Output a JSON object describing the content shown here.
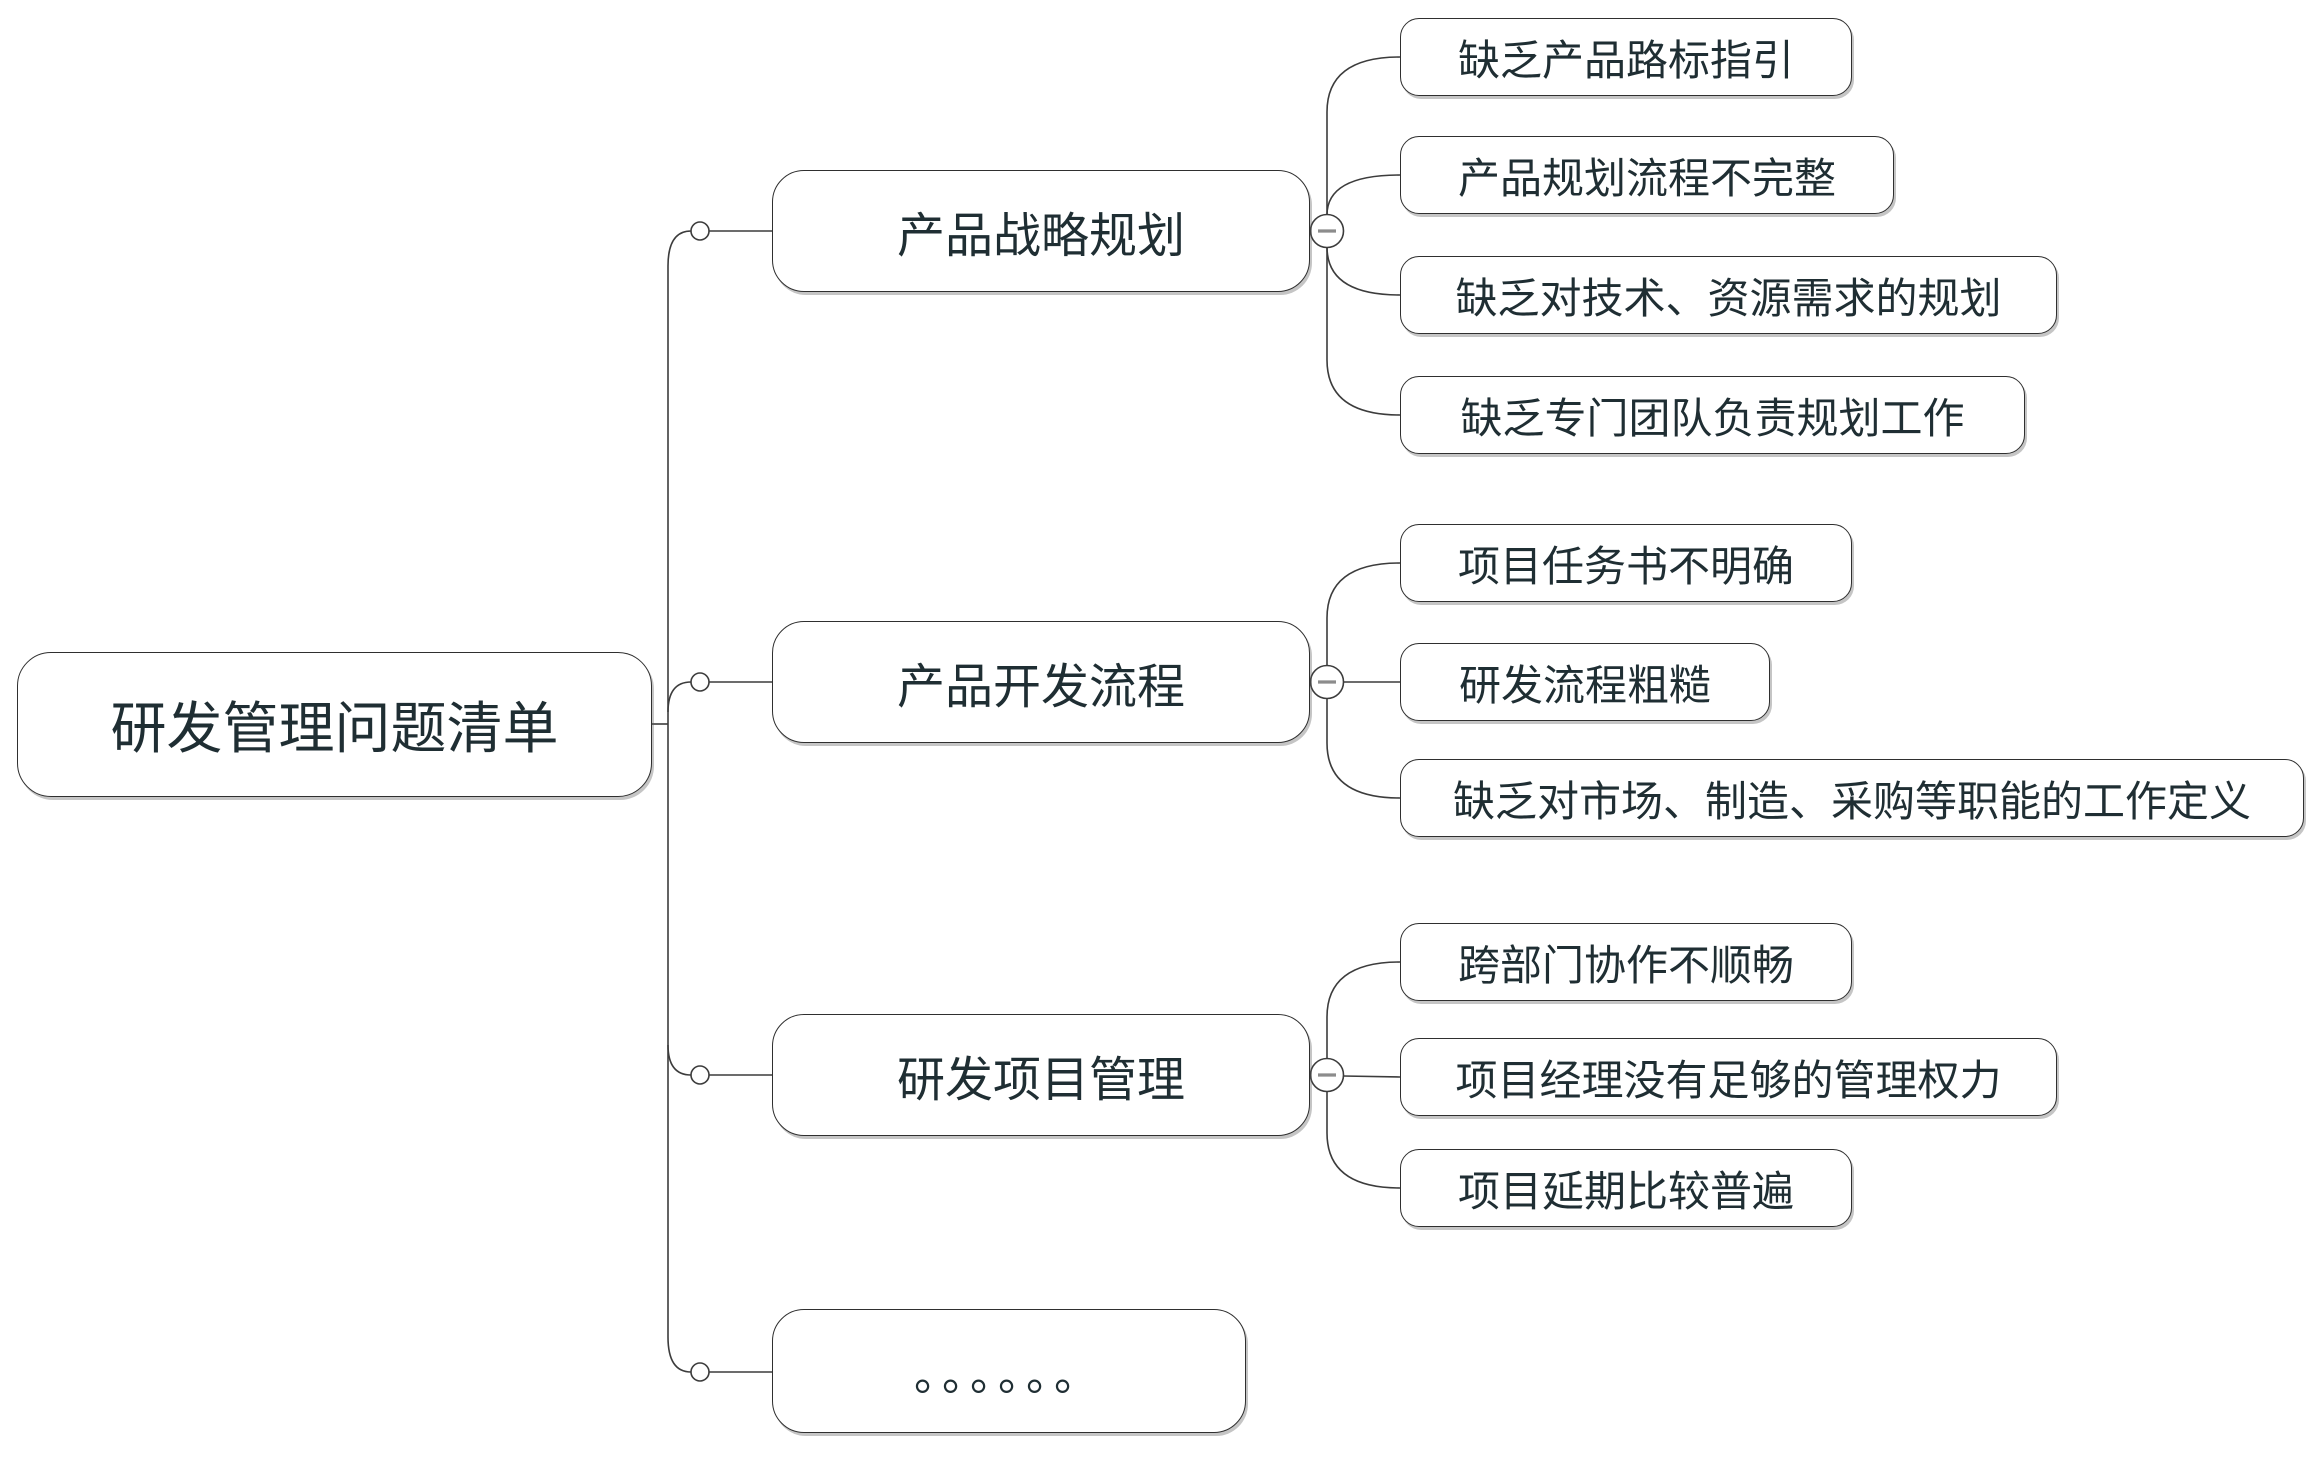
{
  "root": {
    "label": "研发管理问题清单"
  },
  "branches": [
    {
      "label": "产品战略规划",
      "collapse_icon": "minus",
      "children": [
        {
          "label": "缺乏产品路标指引"
        },
        {
          "label": "产品规划流程不完整"
        },
        {
          "label": "缺乏对技术、资源需求的规划"
        },
        {
          "label": "缺乏专门团队负责规划工作"
        }
      ]
    },
    {
      "label": "产品开发流程",
      "collapse_icon": "minus",
      "children": [
        {
          "label": "项目任务书不明确"
        },
        {
          "label": "研发流程粗糙"
        },
        {
          "label": "缺乏对市场、制造、采购等职能的工作定义"
        }
      ]
    },
    {
      "label": "研发项目管理",
      "collapse_icon": "minus",
      "children": [
        {
          "label": "跨部门协作不顺畅"
        },
        {
          "label": "项目经理没有足够的管理权力"
        },
        {
          "label": "项目延期比较普遍"
        }
      ]
    },
    {
      "label": "。。。。。。",
      "collapse_icon": "none",
      "children": []
    }
  ],
  "colors": {
    "node_text": "#1f2e33",
    "node_border": "#2f2f2f",
    "connector": "#3c3c3c",
    "minus_glyph": "#8c8c8c",
    "background": "#ffffff"
  }
}
